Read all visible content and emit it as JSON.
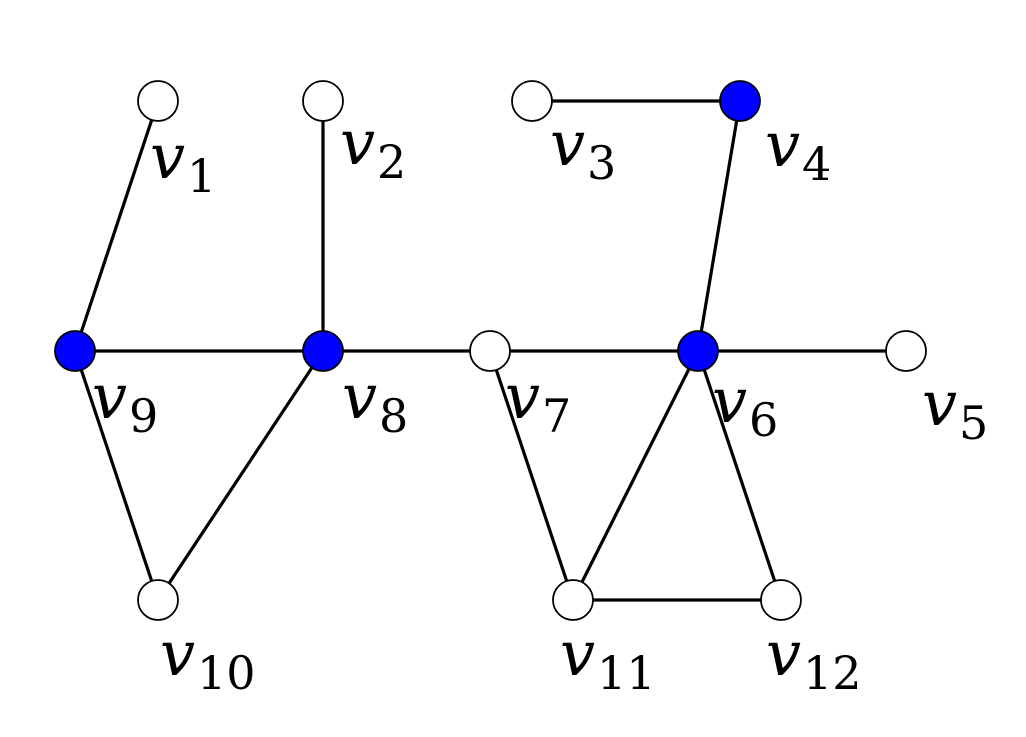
{
  "graph": {
    "colors": {
      "highlighted": "#0000ff",
      "normal": "#ffffff",
      "stroke": "#000000"
    },
    "nodes": [
      {
        "id": "v1",
        "letter": "v",
        "sub": "1",
        "highlighted": false
      },
      {
        "id": "v2",
        "letter": "v",
        "sub": "2",
        "highlighted": false
      },
      {
        "id": "v3",
        "letter": "v",
        "sub": "3",
        "highlighted": false
      },
      {
        "id": "v4",
        "letter": "v",
        "sub": "4",
        "highlighted": true
      },
      {
        "id": "v5",
        "letter": "v",
        "sub": "5",
        "highlighted": false
      },
      {
        "id": "v6",
        "letter": "v",
        "sub": "6",
        "highlighted": true
      },
      {
        "id": "v7",
        "letter": "v",
        "sub": "7",
        "highlighted": false
      },
      {
        "id": "v8",
        "letter": "v",
        "sub": "8",
        "highlighted": true
      },
      {
        "id": "v9",
        "letter": "v",
        "sub": "9",
        "highlighted": true
      },
      {
        "id": "v10",
        "letter": "v",
        "sub": "10",
        "highlighted": false
      },
      {
        "id": "v11",
        "letter": "v",
        "sub": "11",
        "highlighted": false
      },
      {
        "id": "v12",
        "letter": "v",
        "sub": "12",
        "highlighted": false
      }
    ],
    "edges": [
      [
        "v1",
        "v9"
      ],
      [
        "v2",
        "v8"
      ],
      [
        "v3",
        "v4"
      ],
      [
        "v4",
        "v6"
      ],
      [
        "v9",
        "v8"
      ],
      [
        "v8",
        "v7"
      ],
      [
        "v7",
        "v6"
      ],
      [
        "v6",
        "v5"
      ],
      [
        "v9",
        "v10"
      ],
      [
        "v8",
        "v10"
      ],
      [
        "v7",
        "v11"
      ],
      [
        "v6",
        "v11"
      ],
      [
        "v6",
        "v12"
      ],
      [
        "v11",
        "v12"
      ]
    ]
  }
}
